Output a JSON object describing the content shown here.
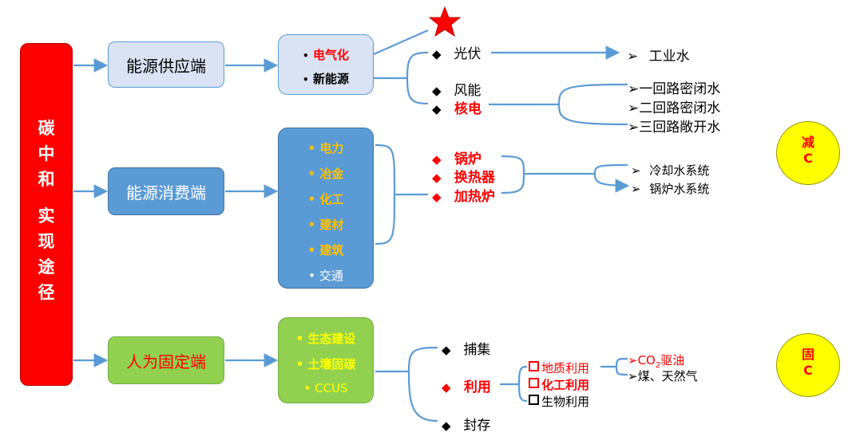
{
  "root": {
    "col1": [
      "碳",
      "中",
      "和"
    ],
    "col2": [
      "实",
      "现",
      "途",
      "径"
    ]
  },
  "level1": {
    "supply": "能源供应端",
    "consume": "能源消费端",
    "fix": "人为固定端"
  },
  "supply_items": [
    {
      "label": "电气化",
      "color": "#ff0000"
    },
    {
      "label": "新能源",
      "color": "#000000"
    }
  ],
  "consume_items": [
    "电力",
    "冶金",
    "化工",
    "建材",
    "建筑",
    "交通"
  ],
  "fix_items": [
    "生态建设",
    "土壤固碳",
    "CCUS"
  ],
  "bullet": "•",
  "supply_tree": {
    "pv": "光伏",
    "wind": "风能",
    "nuclear": "核电",
    "industrial_water": "工业水",
    "loop1": "一回路密闭水",
    "loop2": "二回路密闭水",
    "loop3": "三回路敞开水"
  },
  "consume_tree": {
    "boiler": "锅炉",
    "heat_exchanger": "换热器",
    "heater": "加热炉",
    "cooling_water": "冷却水系统",
    "boiler_water": "锅炉水系统"
  },
  "fix_tree": {
    "capture": "捕集",
    "utilize": "利用",
    "storage": "封存",
    "geo": "地质利用",
    "chem": "化工利用",
    "bio": "生物利用",
    "co2_prefix": "CO",
    "co2_sub": "2",
    "co2_suffix": "驱油",
    "coal_gas": "煤、天然气"
  },
  "circles": {
    "reduce": {
      "top": "减",
      "bottom": "C"
    },
    "fix": {
      "top": "固",
      "bottom": "C"
    }
  },
  "glyphs": {
    "diamond": "◆",
    "arrow": "➢",
    "arrow_red": "➢"
  },
  "colors": {
    "root": "#ff0000",
    "supply_fill": "#dae3f3",
    "consume_fill": "#5b9bd5",
    "fix_fill": "#92d050",
    "line": "#5b9bd5",
    "accent_red": "#ff0000",
    "orange": "#ffc000",
    "circle": "#ffff00"
  }
}
